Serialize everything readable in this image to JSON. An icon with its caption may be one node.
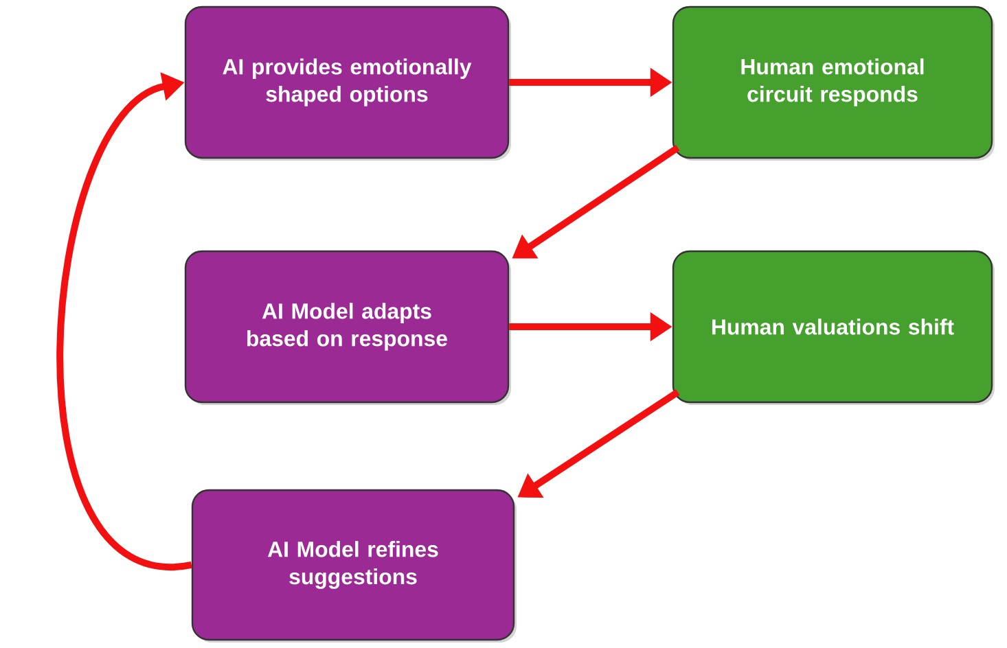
{
  "diagram": {
    "nodes": [
      {
        "text": [
          "AI provides emotionally shaped options"
        ]
      },
      {
        "text": [
          "Human emotional circuit responds"
        ]
      },
      {
        "text": [
          "AI Model adapts based on response"
        ]
      },
      {
        "text": [
          "Human valuations shift"
        ]
      },
      {
        "text": [
          "AI Model refines suggestions"
        ]
      }
    ],
    "edges": [
      {
        "from": 0,
        "to": 1,
        "arrow": "to"
      },
      {
        "from": 1,
        "to": 2,
        "arrow": "to"
      },
      {
        "from": 2,
        "to": 3,
        "arrow": "to"
      },
      {
        "from": 3,
        "to": 4,
        "arrow": "to"
      },
      {
        "from": 4,
        "to": 0,
        "arrow": "to"
      }
    ]
  }
}
